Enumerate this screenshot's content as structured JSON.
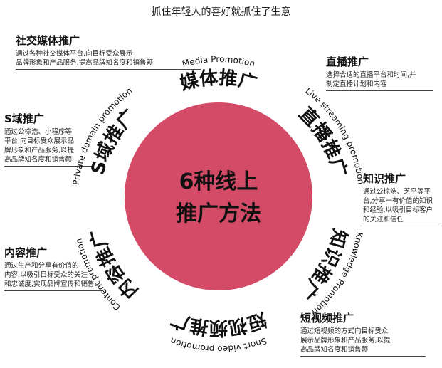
{
  "page_title": "抓住年轻人的喜好就抓住了生意",
  "center": {
    "line1": "6种线上",
    "line2": "推广方法"
  },
  "colors": {
    "circle": "#d44b68",
    "text": "#111111"
  },
  "segments": [
    {
      "cn": "媒体推广",
      "en": "Media Promotion"
    },
    {
      "cn": "直播推广",
      "en": "Live streaming promotion"
    },
    {
      "cn": "知识推广",
      "en": "Knowledge Promotion"
    },
    {
      "cn": "短视频推广",
      "en": "Short video promotion"
    },
    {
      "cn": "内容推广",
      "en": "Content promotion"
    },
    {
      "cn": "S域推广",
      "en": "Private domain promotion"
    }
  ],
  "descriptions": {
    "social": {
      "title": "社交媒体推广",
      "text": "通过各种社交媒体平台,向目标受众展示\n品牌形象和产品服务,提高品牌知名度和销售额"
    },
    "live": {
      "title": "直播推广",
      "text": "选择合适的直播平台和时间,并\n制定直播计划和内容"
    },
    "sdomain": {
      "title": "S域推广",
      "text": "通过公棕浩、小程序等\n平台,向目标受众展示品\n牌形象和产品服务,以提\n高品牌知名度和销售额"
    },
    "knowledge": {
      "title": "知识推广",
      "text": "通过公棕浩、芝乎等平\n台,分享一有价值的知识\n和经验,以吸引目标客户\n的关注和信任"
    },
    "content": {
      "title": "内容推广",
      "text": "通过生产和分享有价值的\n内容,以吸引目标受众的关注\n和忠诚度,实现品牌宣传和销售"
    },
    "video": {
      "title": "短视频推广",
      "text": "通过短视频的方式向目标受众\n展示品牌形象和产品服务,以提\n高品牌知名度和销售额"
    }
  }
}
